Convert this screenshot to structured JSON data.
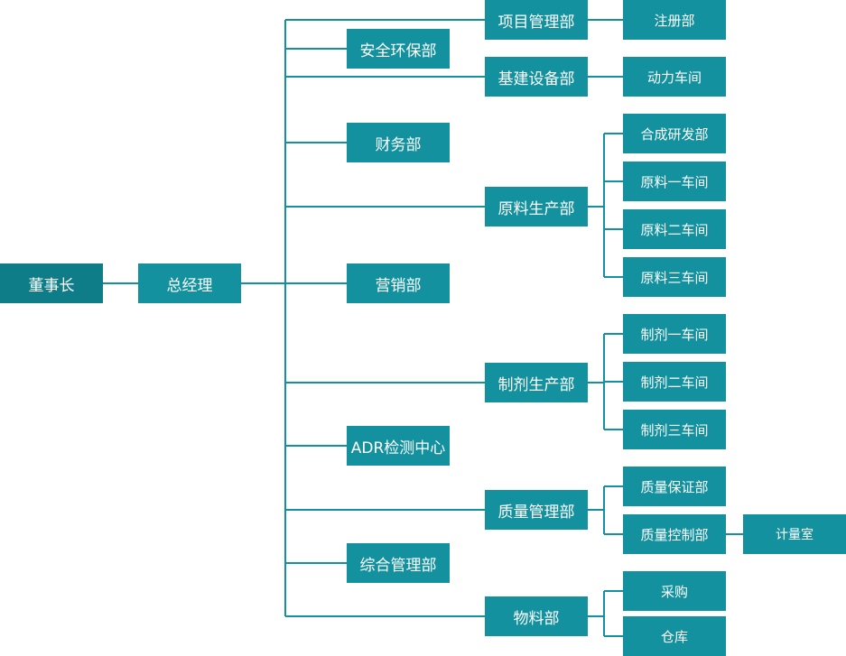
{
  "colors": {
    "node_dark": "#0f7d88",
    "node": "#13919e",
    "line": "#13919e"
  },
  "root": {
    "chairman": "董事长",
    "general_manager": "总经理"
  },
  "side_departments": [
    {
      "id": "safety",
      "label": "安全环保部"
    },
    {
      "id": "finance",
      "label": "财务部"
    },
    {
      "id": "marketing",
      "label": "营销部"
    },
    {
      "id": "adr",
      "label": "ADR检测中心"
    },
    {
      "id": "admin",
      "label": "综合管理部"
    }
  ],
  "main_departments": [
    {
      "id": "project",
      "label": "项目管理部",
      "children": [
        {
          "id": "registration",
          "label": "注册部"
        }
      ]
    },
    {
      "id": "infra",
      "label": "基建设备部",
      "children": [
        {
          "id": "power",
          "label": "动力车间"
        }
      ]
    },
    {
      "id": "raw",
      "label": "原料生产部",
      "children": [
        {
          "id": "rd",
          "label": "合成研发部"
        },
        {
          "id": "raw1",
          "label": "原料一车间"
        },
        {
          "id": "raw2",
          "label": "原料二车间"
        },
        {
          "id": "raw3",
          "label": "原料三车间"
        }
      ]
    },
    {
      "id": "prep",
      "label": "制剂生产部",
      "children": [
        {
          "id": "prep1",
          "label": "制剂一车间"
        },
        {
          "id": "prep2",
          "label": "制剂二车间"
        },
        {
          "id": "prep3",
          "label": "制剂三车间"
        }
      ]
    },
    {
      "id": "quality",
      "label": "质量管理部",
      "children": [
        {
          "id": "qa",
          "label": "质量保证部"
        },
        {
          "id": "qc",
          "label": "质量控制部",
          "children": [
            {
              "id": "metrology",
              "label": "计量室"
            }
          ]
        }
      ]
    },
    {
      "id": "material",
      "label": "物料部",
      "children": [
        {
          "id": "purchase",
          "label": "采购"
        },
        {
          "id": "warehouse",
          "label": "仓库"
        }
      ]
    }
  ]
}
